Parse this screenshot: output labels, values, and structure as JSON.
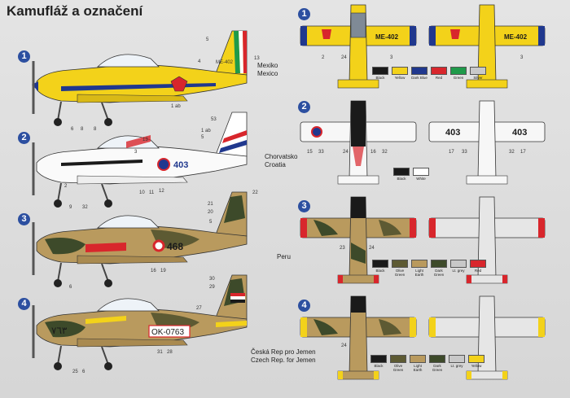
{
  "title": "Kamufláž a označení",
  "schemes": [
    {
      "num": "1",
      "country_cz": "Mexiko",
      "country_en": "Mexico",
      "reg": "ME-402"
    },
    {
      "num": "2",
      "country_cz": "Chorvatsko",
      "country_en": "Croatia",
      "reg": "403"
    },
    {
      "num": "3",
      "country_cz": "",
      "country_en": "Peru",
      "reg": "468"
    },
    {
      "num": "4",
      "country_cz": "Česká Rep pro Jemen",
      "country_en": "Czech Rep. for Jemen",
      "reg": "OK-0763",
      "arabic": "٧٦٣"
    }
  ],
  "side_callouts": {
    "s1": [
      "5",
      "4",
      "13",
      "1 ab",
      "6",
      "8",
      "8"
    ],
    "s2": [
      "53",
      "1 ab",
      "13",
      "5",
      "3",
      "10",
      "11",
      "12",
      "2",
      "9",
      "32"
    ],
    "s3": [
      "22",
      "21",
      "20",
      "16",
      "19",
      "6",
      "5"
    ],
    "s4": [
      "30",
      "29",
      "27",
      "31",
      "28",
      "25",
      "6"
    ]
  },
  "plan_callouts": {
    "p1": [
      "2",
      "24",
      "3",
      "3"
    ],
    "p2": [
      "15",
      "33",
      "24",
      "16",
      "32",
      "17",
      "33",
      "32",
      "17"
    ],
    "p3": [
      "23",
      "24"
    ],
    "p4": [
      "24"
    ]
  },
  "palettes": [
    {
      "colors": [
        {
          "name": "Black",
          "hex": "#1a1a1a"
        },
        {
          "name": "Yellow",
          "hex": "#f3d21a"
        },
        {
          "name": "Dark Blue",
          "hex": "#20388e"
        },
        {
          "name": "Red",
          "hex": "#d8262c"
        },
        {
          "name": "Green",
          "hex": "#1f9a4a"
        },
        {
          "name": "Silver",
          "hex": "#c9c9c9"
        }
      ]
    },
    {
      "colors": [
        {
          "name": "Black",
          "hex": "#1a1a1a"
        },
        {
          "name": "White",
          "hex": "#ffffff"
        }
      ]
    },
    {
      "colors": [
        {
          "name": "Black",
          "hex": "#1a1a1a"
        },
        {
          "name": "Olive Green",
          "hex": "#5d5a33"
        },
        {
          "name": "Light Earth",
          "hex": "#b99a5e"
        },
        {
          "name": "Dark Green",
          "hex": "#3d4a2a"
        },
        {
          "name": "Lt. grey",
          "hex": "#c8c8c8"
        },
        {
          "name": "Red",
          "hex": "#d8262c"
        }
      ]
    },
    {
      "colors": [
        {
          "name": "Black",
          "hex": "#1a1a1a"
        },
        {
          "name": "Olive Green",
          "hex": "#5d5a33"
        },
        {
          "name": "Light Earth",
          "hex": "#b99a5e"
        },
        {
          "name": "Dark Green",
          "hex": "#3d4a2a"
        },
        {
          "name": "Lt. grey",
          "hex": "#c8c8c8"
        },
        {
          "name": "Yellow",
          "hex": "#f3d21a"
        }
      ]
    }
  ]
}
